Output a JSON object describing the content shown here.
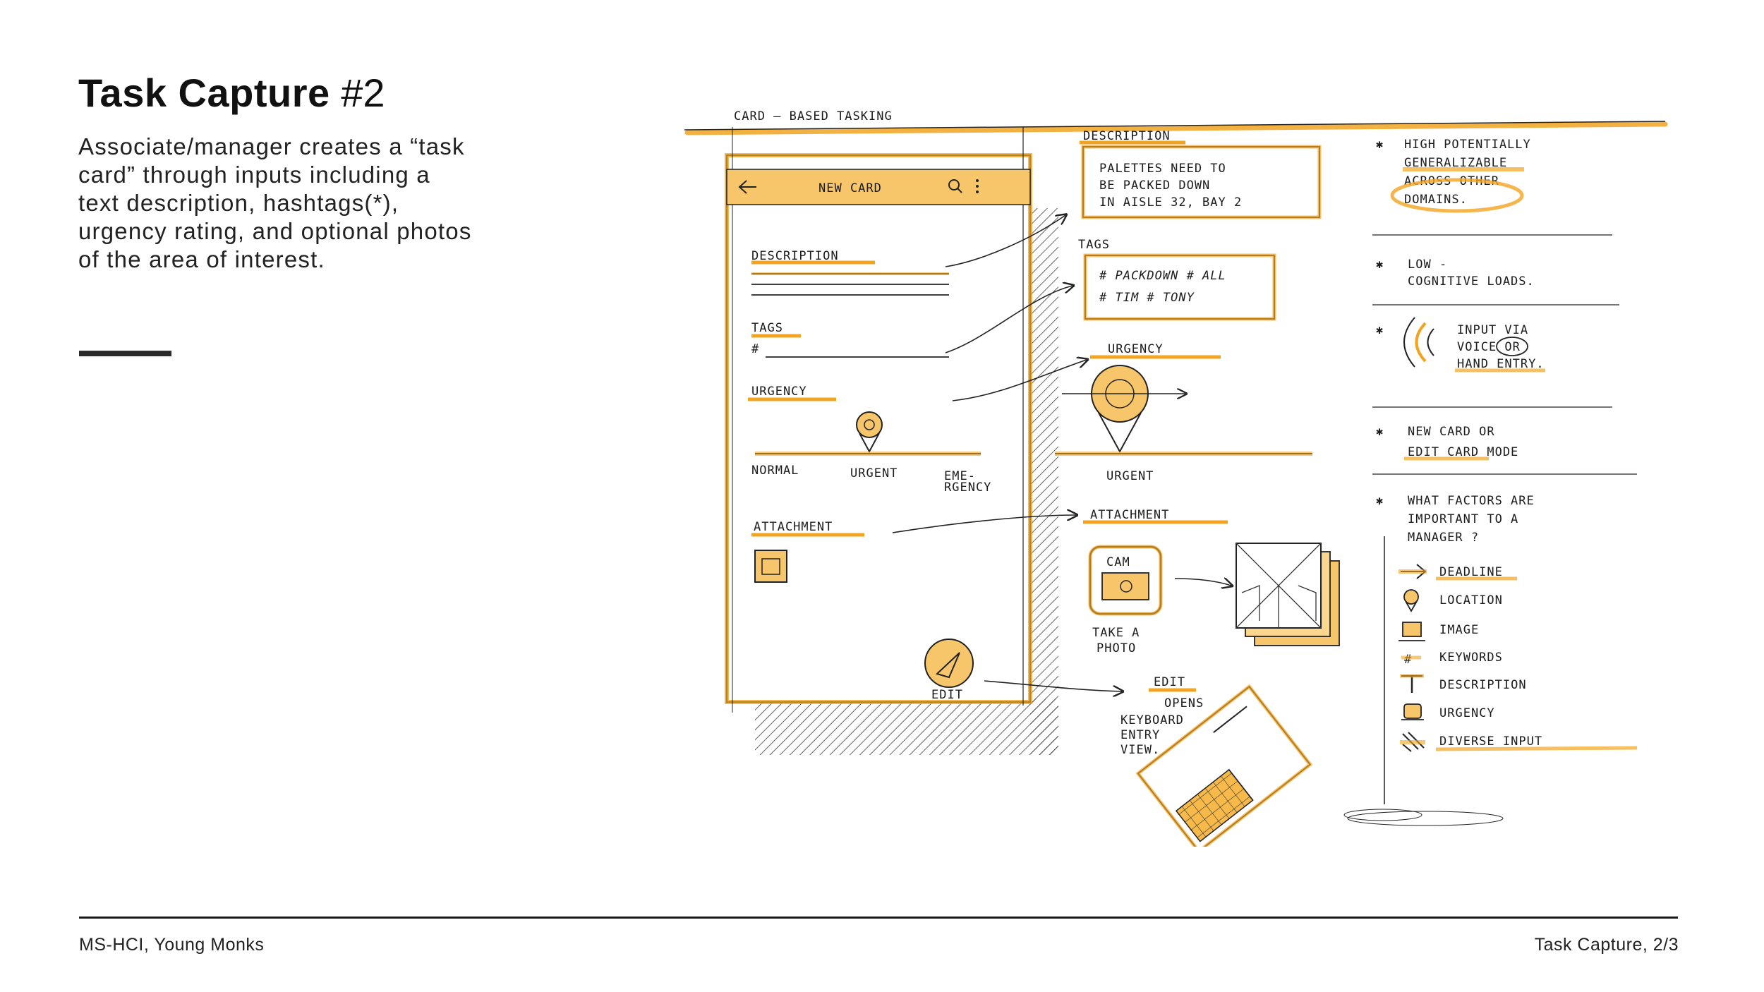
{
  "slide": {
    "title_bold": "Task Capture",
    "title_suffix": "#2",
    "description": "Associate/manager creates a “task card” through inputs including a text description, hashtags(*), urgency rating, and optional photos of the area of interest."
  },
  "sketch": {
    "heading": "CARD — BASED TASKING",
    "phone": {
      "app_bar_label": "NEW CARD",
      "description_label": "DESCRIPTION",
      "tags_label": "TAGS",
      "tags_hash": "#",
      "urgency_label": "URGENCY",
      "scale_left": "NORMAL",
      "scale_mid": "URGENT",
      "scale_right_1": "EME-",
      "scale_right_2": "RGENCY",
      "attachment_label": "ATTACHMENT",
      "edit_label": "EDIT"
    },
    "detail": {
      "description_label": "DESCRIPTION",
      "description_line_1": "PALETTES NEED TO",
      "description_line_2": "BE PACKED DOWN",
      "description_line_3": "IN AISLE 32, BAY 2",
      "tags_label": "TAGS",
      "tags_line_1": "# PACKDOWN # ALL",
      "tags_line_2": "# TIM # TONY",
      "urgency_label": "URGENCY",
      "urgency_value": "URGENT",
      "attachment_label": "ATTACHMENT",
      "cam_label": "CAM",
      "photo_caption_1": "TAKE A",
      "photo_caption_2": "PHOTO",
      "edit_label": "EDIT",
      "edit_note_1": "OPENS",
      "edit_note_2": "KEYBOARD",
      "edit_note_3": "ENTRY",
      "edit_note_4": "VIEW."
    },
    "notes": [
      [
        "HIGH POTENTIALLY",
        "GENERALIZABLE",
        "ACROSS OTHER",
        "DOMAINS."
      ],
      [
        "LOW -",
        "COGNITIVE LOADS."
      ],
      [
        "INPUT VIA",
        "VOICE OR",
        "HAND ENTRY."
      ],
      [
        "NEW CARD OR",
        "EDIT CARD MODE"
      ],
      [
        "WHAT FACTORS ARE",
        "IMPORTANT TO A",
        "MANAGER ?"
      ]
    ],
    "factors": [
      "DEADLINE",
      "LOCATION",
      "IMAGE",
      "KEYWORDS",
      "DESCRIPTION",
      "URGENCY",
      "DIVERSE INPUT"
    ],
    "colors": {
      "ink": "#1c1c1c",
      "marker": "#f2a421"
    }
  },
  "footer": {
    "left": "MS-HCI, Young Monks",
    "right": "Task Capture, 2/3"
  }
}
